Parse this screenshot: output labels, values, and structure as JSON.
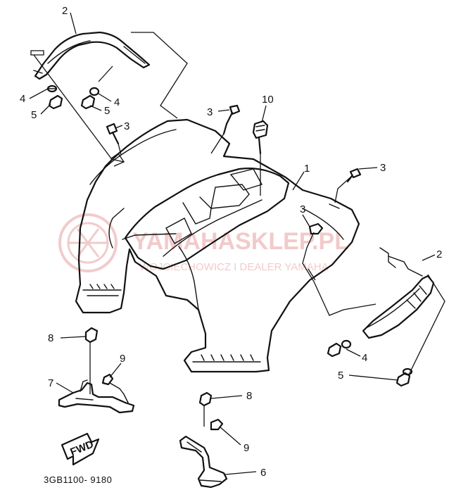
{
  "diagram": {
    "reference_code": "3GB1100- 9180",
    "fwd_label": "FWD",
    "watermark": {
      "main": "YAMAHASKLEP.PL",
      "sub": "WOJCIECHOWICZ I DEALER YAMAHA"
    },
    "callouts": {
      "c2_top": "2",
      "c4_left": "4",
      "c5_left": "5",
      "c4_mid": "4",
      "c5_mid": "5",
      "c3_top": "3",
      "c3_left": "3",
      "c10": "10",
      "c1": "1",
      "c3_right_top": "3",
      "c3_right_mid": "3",
      "c2_right": "2",
      "c8_left": "8",
      "c9_left": "9",
      "c7": "7",
      "c4_right": "4",
      "c5_right": "5",
      "c8_bottom": "8",
      "c9_bottom": "9",
      "c6": "6"
    },
    "colors": {
      "line": "#111111",
      "watermark": "#e8a0a0"
    }
  }
}
